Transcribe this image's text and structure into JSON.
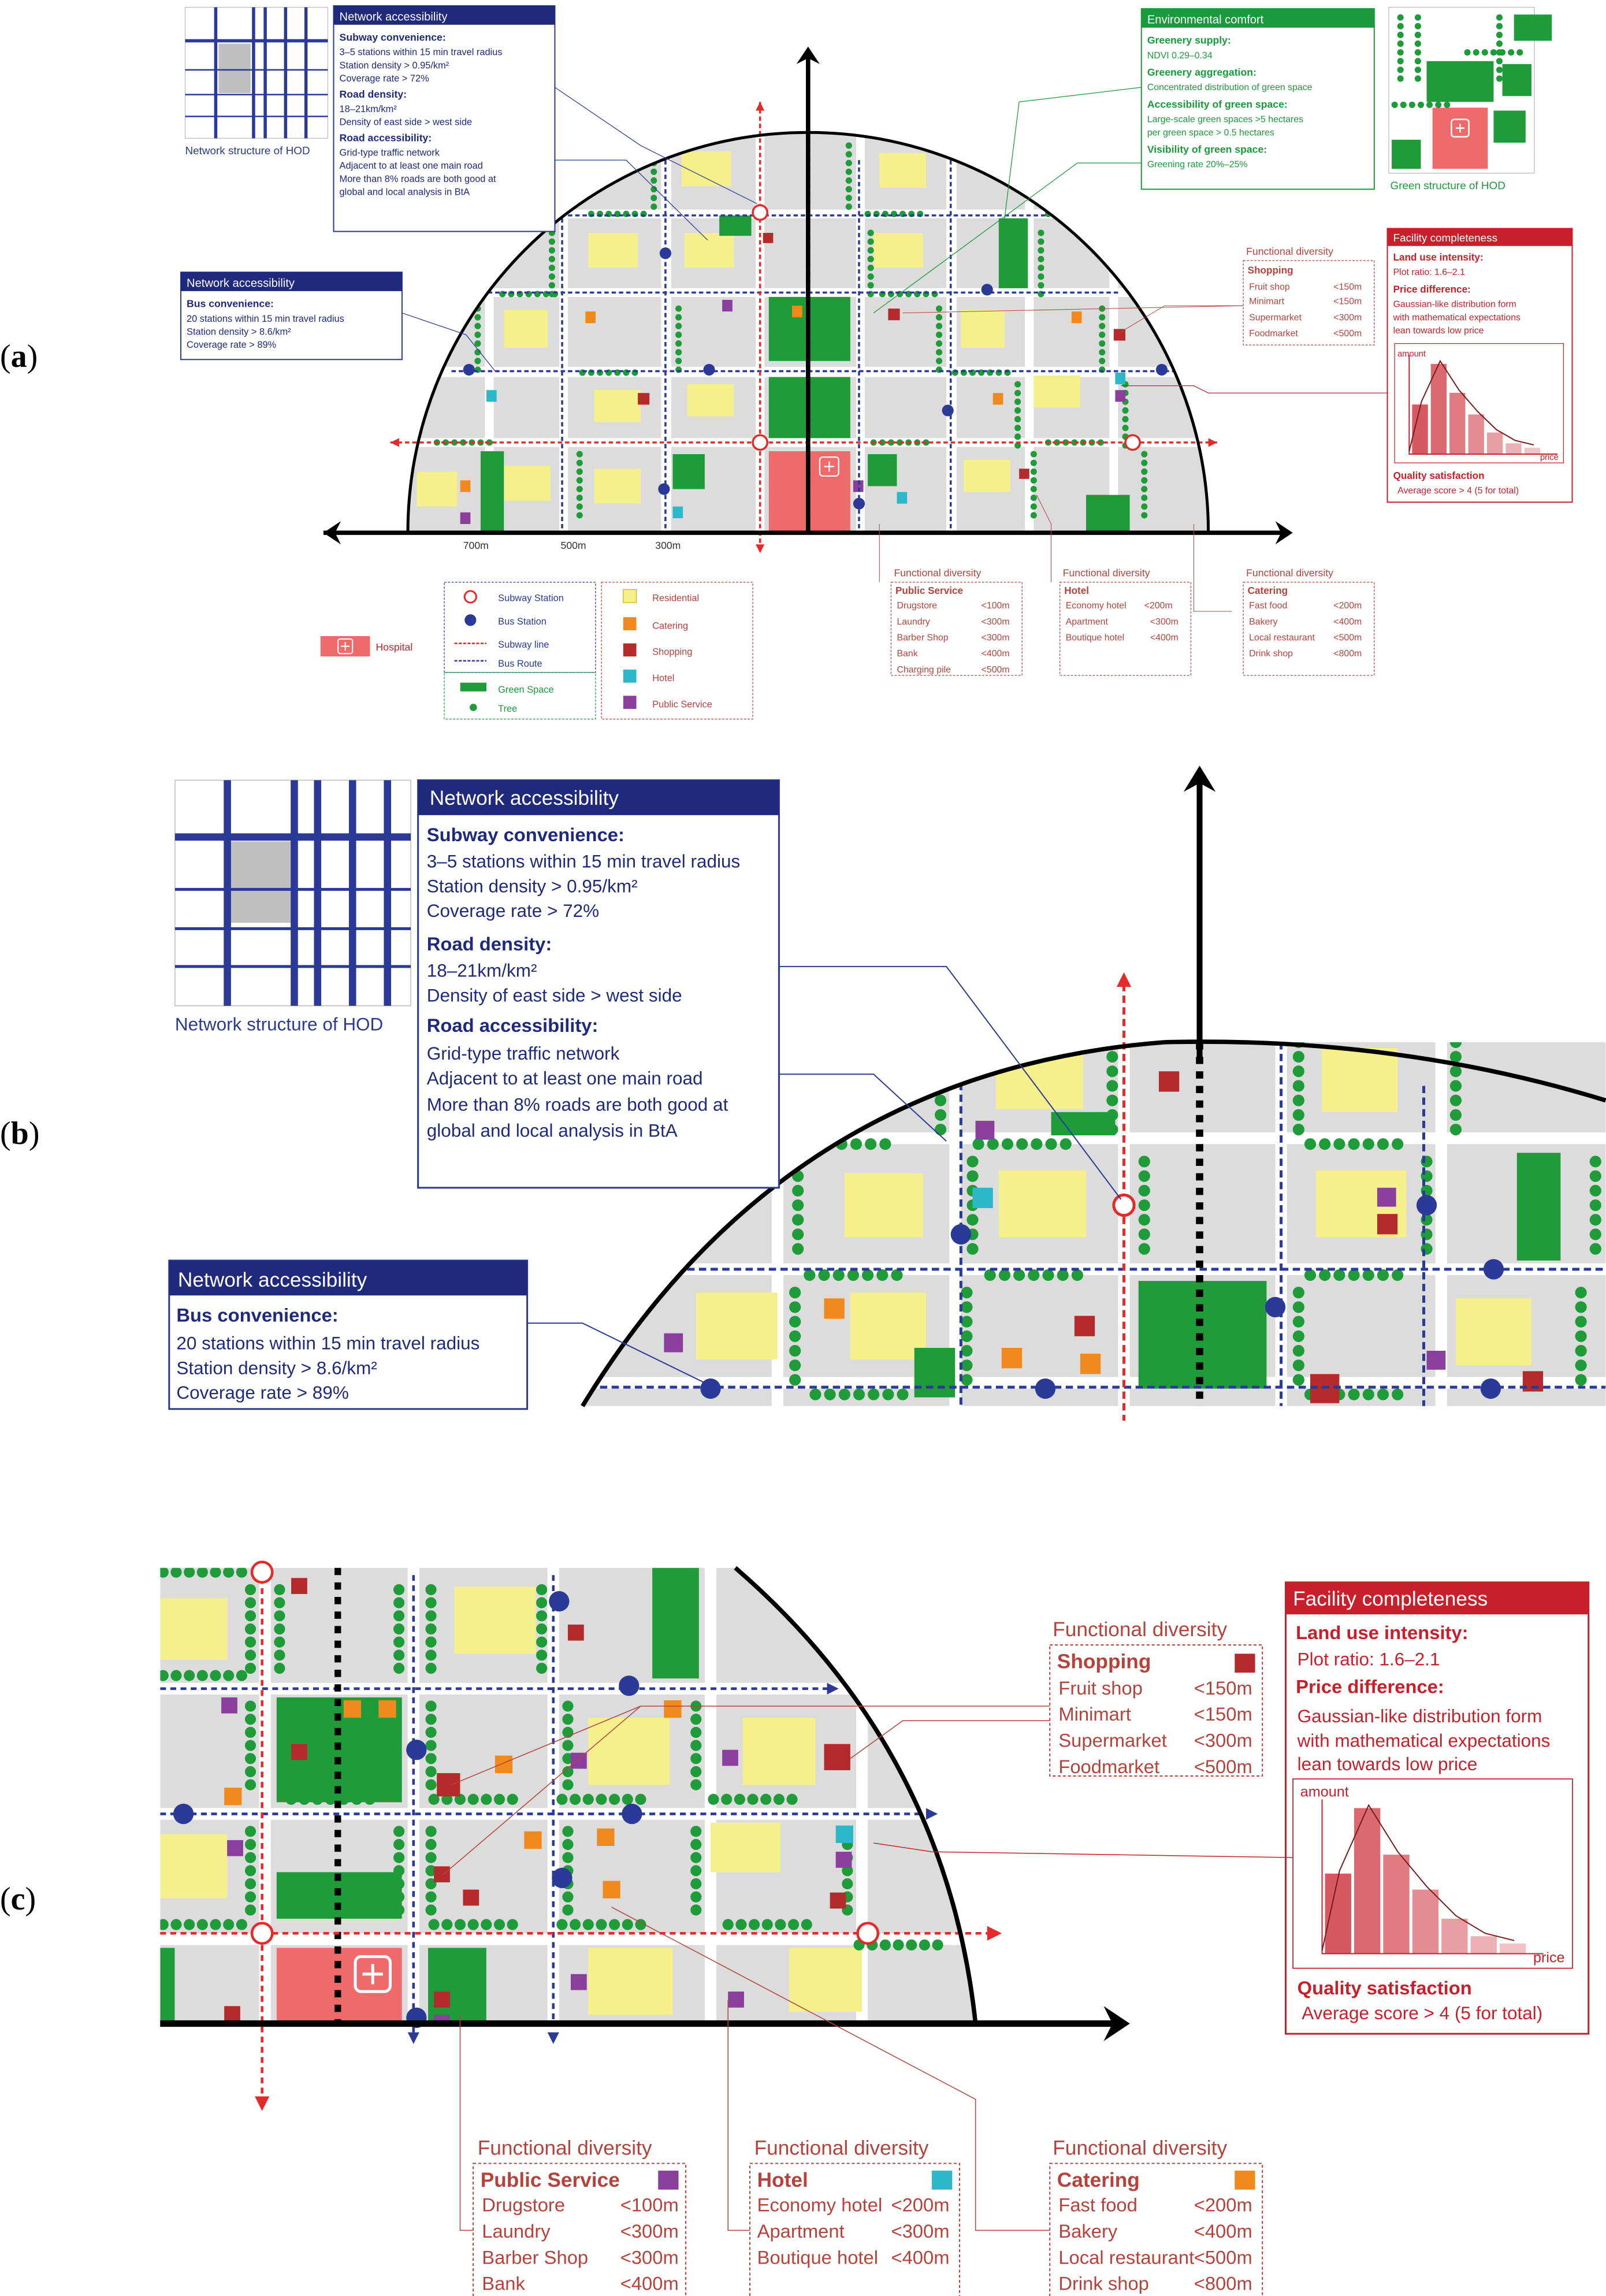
{
  "panel_labels": {
    "a": "a",
    "b": "b",
    "c": "c"
  },
  "colors": {
    "network": "#1f2a7d",
    "network_box": "#2a3a96",
    "environment": "#1a9a3c",
    "facility": "#c8202b",
    "functional": "#b5433c",
    "block": "#dcdcdc",
    "road": "#ffffff",
    "green": "#1f9b3a",
    "tree": "#1f9b3a",
    "residential": "#f5ef8c",
    "hospital": "#ef6a6a",
    "subway": "#e52a2a",
    "bus": "#2a3a96"
  },
  "network_accessibility_subway": {
    "title": "Network accessibility",
    "h1": "Subway convenience:",
    "l1": "3–5 stations within 15 min travel radius",
    "l2": "Station density > 0.95/km²",
    "l3": "Coverage rate > 72%",
    "h2": "Road density:",
    "l4": "18–21km/km²",
    "l5": "Density of east side > west side",
    "h3": "Road accessibility:",
    "l6": "Grid-type traffic network",
    "l7": "Adjacent to at least one main road",
    "l8": "More than 8% roads are both good at",
    "l9": "global and local analysis in BtA"
  },
  "network_accessibility_bus": {
    "title": "Network accessibility",
    "h1": "Bus convenience:",
    "l1": "20 stations within 15 min travel radius",
    "l2": "Station density > 8.6/km²",
    "l3": "Coverage rate > 89%"
  },
  "network_structure_caption": "Network structure of HOD",
  "green_structure_caption": "Green structure of HOD",
  "environmental_comfort": {
    "title": "Environmental comfort",
    "h1": "Greenery supply:",
    "l1": "NDVI 0.29–0.34",
    "h2": "Greenery aggregation:",
    "l2": "Concentrated distribution of green space",
    "h3": "Accessibility of green space:",
    "l3": "Large-scale green spaces >5 hectares",
    "l4": "per green space > 0.5 hectares",
    "h4": "Visibility of green space:",
    "l5": "Greening rate 20%–25%"
  },
  "facility_completeness": {
    "title": "Facility completeness",
    "h1": "Land use intensity:",
    "l1": "Plot ratio: 1.6–2.1",
    "h2": "Price difference:",
    "l2": "Gaussian-like distribution form",
    "l3": "with mathematical expectations",
    "l4": "lean towards low price",
    "h3": "Quality satisfaction",
    "l5": "Average score > 4 (5 for total)",
    "axis_y": "amount",
    "axis_x": "price"
  },
  "price_bars": [
    0.55,
    1.0,
    0.68,
    0.44,
    0.24,
    0.12,
    0.07
  ],
  "functional_shopping": {
    "title": "Functional diversity",
    "cat": "Shopping",
    "rows": [
      [
        "Fruit shop",
        "<150m"
      ],
      [
        "Minimart",
        "<150m"
      ],
      [
        "Supermarket",
        "<300m"
      ],
      [
        "Foodmarket",
        "<500m"
      ]
    ]
  },
  "functional_public": {
    "title": "Functional diversity",
    "cat": "Public Service",
    "rows": [
      [
        "Drugstore",
        "<100m"
      ],
      [
        "Laundry",
        "<300m"
      ],
      [
        "Barber Shop",
        "<300m"
      ],
      [
        "Bank",
        "<400m"
      ],
      [
        "Charging pile",
        "<500m"
      ]
    ]
  },
  "functional_hotel": {
    "title": "Functional diversity",
    "cat": "Hotel",
    "rows": [
      [
        "Economy hotel",
        "<200m"
      ],
      [
        "Apartment",
        "<300m"
      ],
      [
        "Boutique hotel",
        "<400m"
      ]
    ]
  },
  "functional_catering": {
    "title": "Functional diversity",
    "cat": "Catering",
    "rows": [
      [
        "Fast food",
        "<200m"
      ],
      [
        "Bakery",
        "<400m"
      ],
      [
        "Local restaurant",
        "<500m"
      ],
      [
        "Drink shop",
        "<800m"
      ]
    ]
  },
  "distances": [
    "700m",
    "500m",
    "300m"
  ],
  "legend": {
    "hospital": "Hospital",
    "subway_station": "Subway Station",
    "bus_station": "Bus Station",
    "subway_line": "Subway line",
    "bus_route": "Bus Route",
    "green_space": "Green Space",
    "tree": "Tree",
    "residential": "Residential",
    "catering": "Catering",
    "shopping": "Shopping",
    "hotel": "Hotel",
    "public_service": "Public Service"
  }
}
